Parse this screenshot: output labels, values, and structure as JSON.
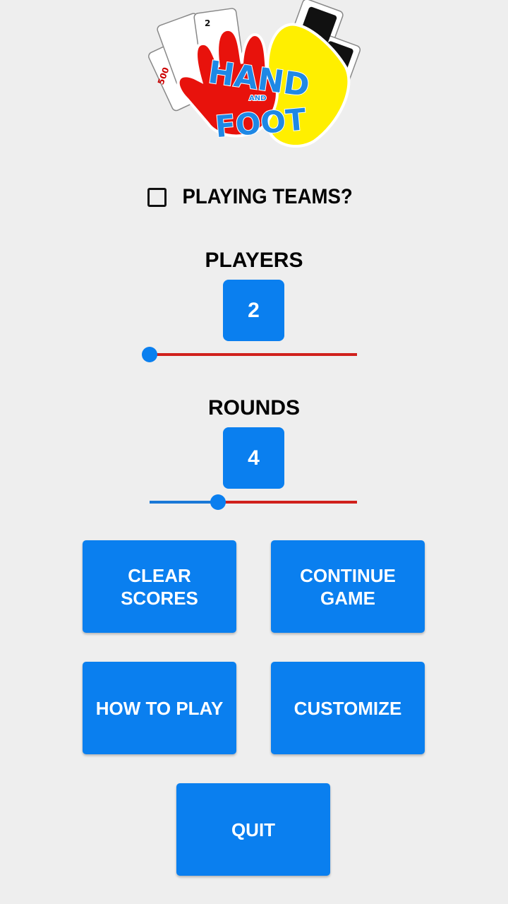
{
  "logo": {
    "text_line1": "HAND",
    "text_line2": "AND",
    "text_line3": "FOOT"
  },
  "teams": {
    "label": "PLAYING TEAMS?",
    "checked": false
  },
  "players": {
    "label": "PLAYERS",
    "value": "2",
    "slider_fraction": 0.0
  },
  "rounds": {
    "label": "ROUNDS",
    "value": "4",
    "slider_fraction": 0.33
  },
  "buttons": {
    "clear_scores": "CLEAR\nSCORES",
    "continue_game": "CONTINUE\nGAME",
    "how_to_play": "HOW TO PLAY",
    "customize": "CUSTOMIZE",
    "quit": "QUIT"
  },
  "colors": {
    "accent": "#0a7fef",
    "track_inactive": "#d0201c",
    "background": "#eeeeee"
  }
}
